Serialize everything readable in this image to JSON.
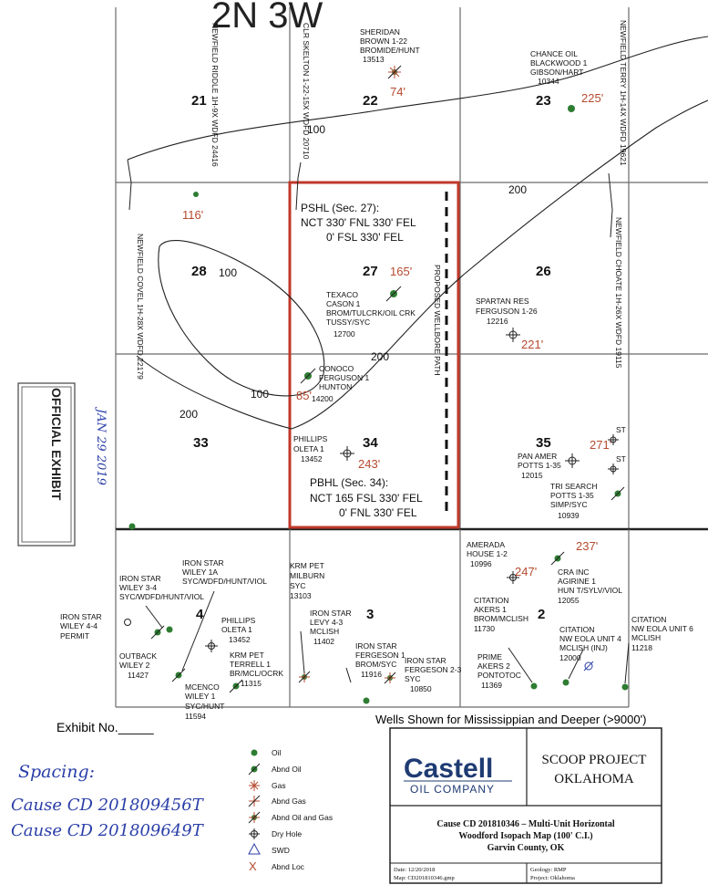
{
  "township": "2N 3W",
  "sections": [
    {
      "id": "s21",
      "label": "21"
    },
    {
      "id": "s22",
      "label": "22"
    },
    {
      "id": "s23",
      "label": "23"
    },
    {
      "id": "s28",
      "label": "28"
    },
    {
      "id": "s27",
      "label": "27"
    },
    {
      "id": "s26",
      "label": "26"
    },
    {
      "id": "s33",
      "label": "33"
    },
    {
      "id": "s34",
      "label": "34"
    },
    {
      "id": "s35",
      "label": "35"
    },
    {
      "id": "s4",
      "label": "4"
    },
    {
      "id": "s3",
      "label": "3"
    },
    {
      "id": "s2",
      "label": "2"
    }
  ],
  "isopach_values": [
    "74'",
    "225'",
    "116'",
    "165'",
    "221'",
    "85'",
    "243'",
    "271'",
    "237'",
    "247'"
  ],
  "contours": [
    "100",
    "100",
    "100",
    "200",
    "200",
    "200"
  ],
  "vertical_labels": [
    "NEWFIELD RIDDLE 1H-9X WDFD 24416",
    "CLR SKELTON 1-22-15X WDFD 20710",
    "NEWFIELD TERRY 1H-14X WDFD 19621",
    "NEWFIELD CHOATE 1H-26X WDFD 19115",
    "NEWFIELD COVEL 1H-28X WDFD 22179",
    "PROPOSED WELLBORE PATH"
  ],
  "wells": [
    {
      "lines": [
        "SHERIDAN",
        "BROWN 1-22",
        "BROMIDE/HUNT",
        "13513"
      ]
    },
    {
      "lines": [
        "CHANCE OIL",
        "BLACKWOOD 1",
        "GIBSON/HART",
        "10344"
      ]
    },
    {
      "lines": [
        "TEXACO",
        "CASON 1",
        "BROM/TULCRK/OIL CRK",
        "TUSSY/SYC",
        "12700"
      ]
    },
    {
      "lines": [
        "SPARTAN RES",
        "FERGUSON 1-26",
        "12216"
      ]
    },
    {
      "lines": [
        "CONOCO",
        "FERGUSON 1",
        "HUNTON",
        "14200"
      ]
    },
    {
      "lines": [
        "PHILLIPS",
        "OLETA 1",
        "13452"
      ]
    },
    {
      "lines": [
        "PAN AMER",
        "POTTS 1-35",
        "12015"
      ]
    },
    {
      "lines": [
        "TRI SEARCH",
        "POTTS 1-35",
        "SIMP/SYC",
        "10939"
      ]
    },
    {
      "lines": [
        "IRON STAR",
        "WILEY 3-4",
        "SYC/WDFD/HUNT/VIOL"
      ]
    },
    {
      "lines": [
        "IRON STAR",
        "WILEY 1A",
        "SYC/WDFD/HUNT/VIOL"
      ]
    },
    {
      "lines": [
        "IRON STAR",
        "WILEY 4-4",
        "PERMIT"
      ]
    },
    {
      "lines": [
        "PHILLIPS",
        "OLETA 1",
        "13452"
      ]
    },
    {
      "lines": [
        "OUTBACK",
        "WILEY 2",
        "11427"
      ]
    },
    {
      "lines": [
        "KRM PET",
        "TERRELL 1",
        "BR/MCL/OCRK",
        "11315"
      ]
    },
    {
      "lines": [
        "MCENCO",
        "WILEY 1",
        "SYC/HUNT",
        "11594"
      ]
    },
    {
      "lines": [
        "KRM PET",
        "MILBURN",
        "SYC",
        "13103"
      ]
    },
    {
      "lines": [
        "IRON STAR",
        "LEVY 4-3",
        "MCLISH",
        "11402"
      ]
    },
    {
      "lines": [
        "IRON STAR",
        "FERGESON 1",
        "BROM/SYC",
        "11916"
      ]
    },
    {
      "lines": [
        "IRON STAR",
        "FERGESON 2-3",
        "SYC",
        "10850"
      ]
    },
    {
      "lines": [
        "AMERADA",
        "HOUSE 1-2",
        "10996"
      ]
    },
    {
      "lines": [
        "CRA INC",
        "AGIRINE 1",
        "HUN T/SYLV/VIOL",
        "12055"
      ]
    },
    {
      "lines": [
        "CITATION",
        "AKERS 1",
        "BROM/MCLISH",
        "11730"
      ]
    },
    {
      "lines": [
        "CITATION",
        "NW EOLA UNIT 4",
        "MCLISH (INJ)",
        "12000"
      ]
    },
    {
      "lines": [
        "CITATION",
        "NW EOLA UNIT 6",
        "MCLISH",
        "11218"
      ]
    },
    {
      "lines": [
        "PRIME",
        "AKERS 2",
        "PONTOTOC",
        "11369"
      ]
    }
  ],
  "st_labels": [
    "ST",
    "ST"
  ],
  "pshl": {
    "title": "PSHL (Sec. 27):",
    "line1": "NCT 330' FNL  330' FEL",
    "line2": "0' FSL 330' FEL"
  },
  "pbhl": {
    "title": "PBHL (Sec. 34):",
    "line1": "NCT 165 FSL 330' FEL",
    "line2": "0' FNL 330' FEL"
  },
  "exhibit_no": "Exhibit No._____",
  "wells_shown": "Wells Shown for Mississippian and Deeper (>9000')",
  "legend": [
    "Oil",
    "Abnd Oil",
    "Gas",
    "Abnd Gas",
    "Abnd Oil and Gas",
    "Dry Hole",
    "SWD",
    "Abnd Loc"
  ],
  "stamp": {
    "official": "OFFICIAL EXHIBIT",
    "date": "JAN 29 2019"
  },
  "handwriting": {
    "spacing": "Spacing:",
    "cause1": "Cause CD 201809456T",
    "cause2": "Cause CD 201809649T"
  },
  "title_block": {
    "company": "Castell",
    "company_sub": "OIL COMPANY",
    "project_line1": "SCOOP PROJECT",
    "project_line2": "OKLAHOMA",
    "cause_line1": "Cause CD 201810346 – Multi-Unit Horizontal",
    "cause_line2": "Woodford Isopach Map (100' C.I.)",
    "cause_line3": "Garvin County, OK",
    "date": "Date: 12/20/2018",
    "map": "Map: CD201810346.gmp",
    "geology": "Geology: RMP",
    "project": "Project: Oklahoma"
  },
  "colors": {
    "red_box": "#c0392b",
    "isopach_red": "#b54a2e",
    "oil_green": "#2e7d32",
    "stamp_blue": "#2a3ea8",
    "line": "#333333"
  }
}
